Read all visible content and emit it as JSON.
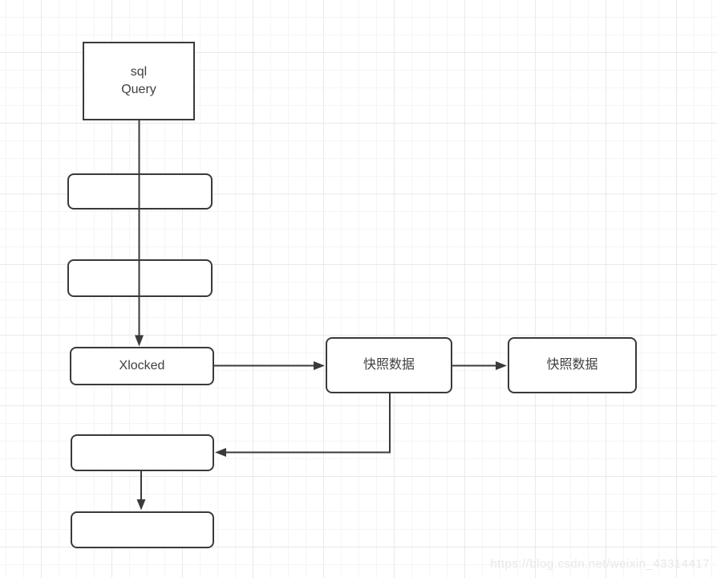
{
  "canvas": {
    "background": "#ffffff",
    "grid_minor_color": "#f5f5f5",
    "grid_major_color": "#e9e9e9",
    "stroke_color": "#3a3a3a",
    "text_color": "#404040"
  },
  "nodes": [
    {
      "name": "sql-query",
      "label": "sql\nQuery",
      "shape": "rectangle-sharp"
    },
    {
      "name": "step-empty-1",
      "label": "",
      "shape": "rectangle-rounded"
    },
    {
      "name": "step-empty-2",
      "label": "",
      "shape": "rectangle-rounded"
    },
    {
      "name": "xlocked",
      "label": "Xlocked",
      "shape": "rectangle-rounded"
    },
    {
      "name": "snapshot-data-1",
      "label": "快照数据",
      "shape": "rectangle-rounded"
    },
    {
      "name": "snapshot-data-2",
      "label": "快照数据",
      "shape": "rectangle-rounded"
    },
    {
      "name": "step-empty-3",
      "label": "",
      "shape": "rectangle-rounded"
    },
    {
      "name": "step-empty-4",
      "label": "",
      "shape": "rectangle-rounded"
    }
  ],
  "edges": [
    {
      "from": "sql-query",
      "to": "xlocked",
      "style": "straight-down-through-empty-steps",
      "arrow": "filled-triangle"
    },
    {
      "from": "xlocked",
      "to": "snapshot-data-1",
      "style": "straight-right",
      "arrow": "filled-triangle"
    },
    {
      "from": "snapshot-data-1",
      "to": "snapshot-data-2",
      "style": "straight-right",
      "arrow": "filled-triangle"
    },
    {
      "from": "snapshot-data-1",
      "to": "step-empty-3",
      "style": "elbow-down-then-left",
      "arrow": "filled-triangle"
    },
    {
      "from": "step-empty-3",
      "to": "step-empty-4",
      "style": "straight-down",
      "arrow": "filled-triangle"
    }
  ],
  "watermark": {
    "text": "https://blog.csdn.net/weixin_43314417",
    "color": "#e8e8e8"
  }
}
